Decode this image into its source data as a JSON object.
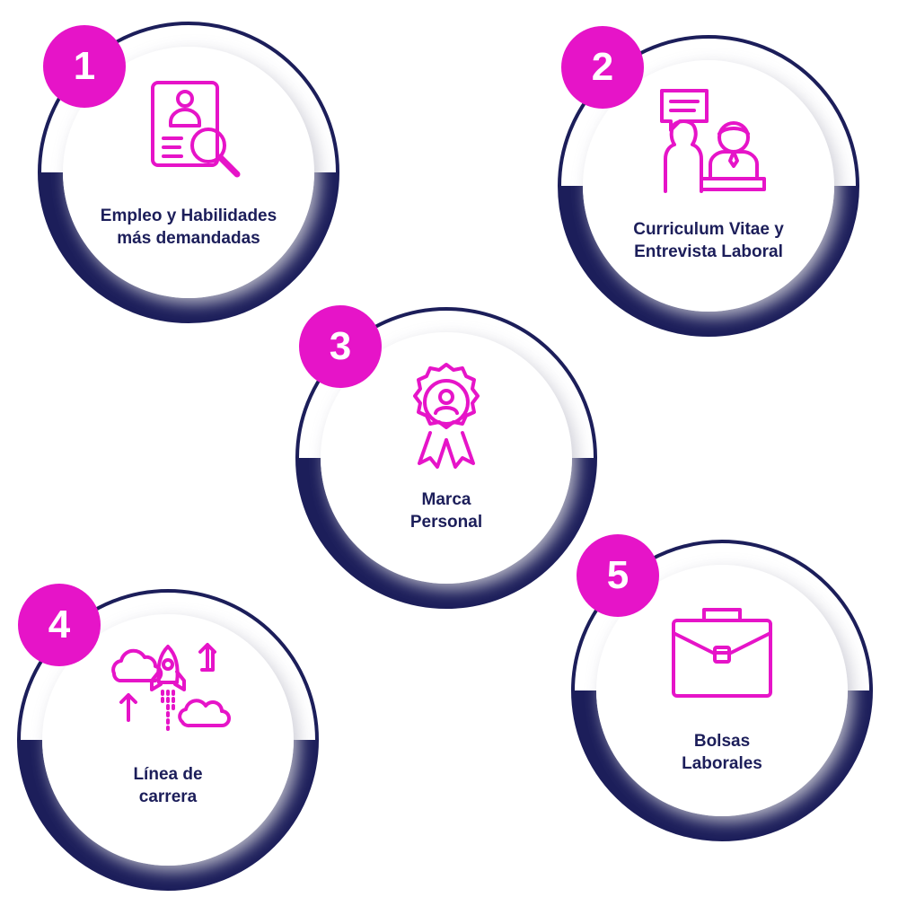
{
  "colors": {
    "accent": "#e614c8",
    "dark": "#1c1e5a"
  },
  "steps": [
    {
      "number": "1",
      "label_lines": [
        "Empleo y Habilidades",
        "más demandadas"
      ],
      "icon": "profile-search-icon"
    },
    {
      "number": "2",
      "label_lines": [
        "Curriculum Vitae y",
        "Entrevista Laboral"
      ],
      "icon": "interview-icon"
    },
    {
      "number": "3",
      "label_lines": [
        "Marca",
        "Personal"
      ],
      "icon": "personal-badge-icon"
    },
    {
      "number": "4",
      "label_lines": [
        "Línea de",
        "carrera"
      ],
      "icon": "rocket-growth-icon"
    },
    {
      "number": "5",
      "label_lines": [
        "Bolsas",
        "Laborales"
      ],
      "icon": "briefcase-icon"
    }
  ]
}
